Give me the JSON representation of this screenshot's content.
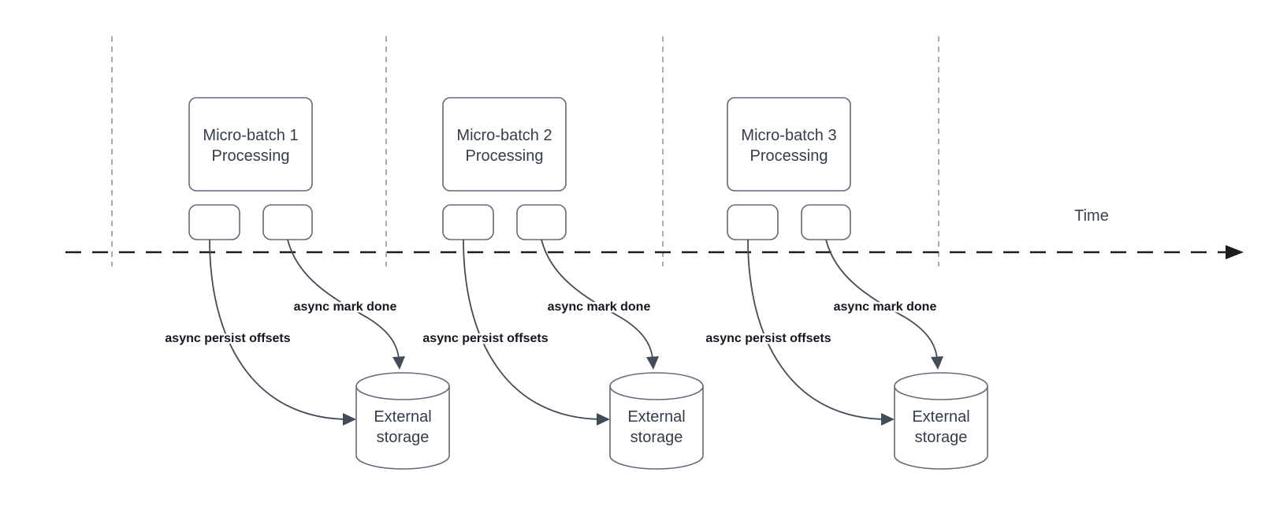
{
  "colors": {
    "background": "#ffffff",
    "shape-stroke": "#626b78",
    "arrow-stroke": "#434c59",
    "guide-stroke": "#a9abb0",
    "timeline-stroke": "#1d1d1f",
    "title-text": "#343d49",
    "label-text": "#14181e",
    "time-text": "#39424e"
  },
  "timeline": {
    "label": "Time"
  },
  "groups": [
    {
      "box_title": [
        "Micro-batch 1",
        "Processing"
      ],
      "persist_label": "async persist offsets",
      "mark_done_label": "async mark done",
      "storage_label": [
        "External",
        "storage"
      ]
    },
    {
      "box_title": [
        "Micro-batch 2",
        "Processing"
      ],
      "persist_label": "async persist offsets",
      "mark_done_label": "async mark done",
      "storage_label": [
        "External",
        "storage"
      ]
    },
    {
      "box_title": [
        "Micro-batch 3",
        "Processing"
      ],
      "persist_label": "async persist offsets",
      "mark_done_label": "async mark done",
      "storage_label": [
        "External",
        "storage"
      ]
    }
  ]
}
